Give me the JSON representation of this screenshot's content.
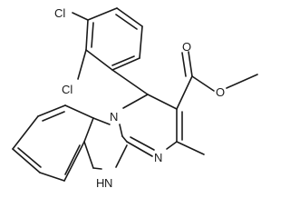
{
  "molecule": {
    "atoms": {
      "cl_top": "Cl",
      "cl_bottom": "Cl",
      "carbonyl_o": "O",
      "ester_o": "O",
      "ring_n_top": "N",
      "ring_n_right": "N",
      "nh": "H",
      "nh_n": "N"
    }
  }
}
